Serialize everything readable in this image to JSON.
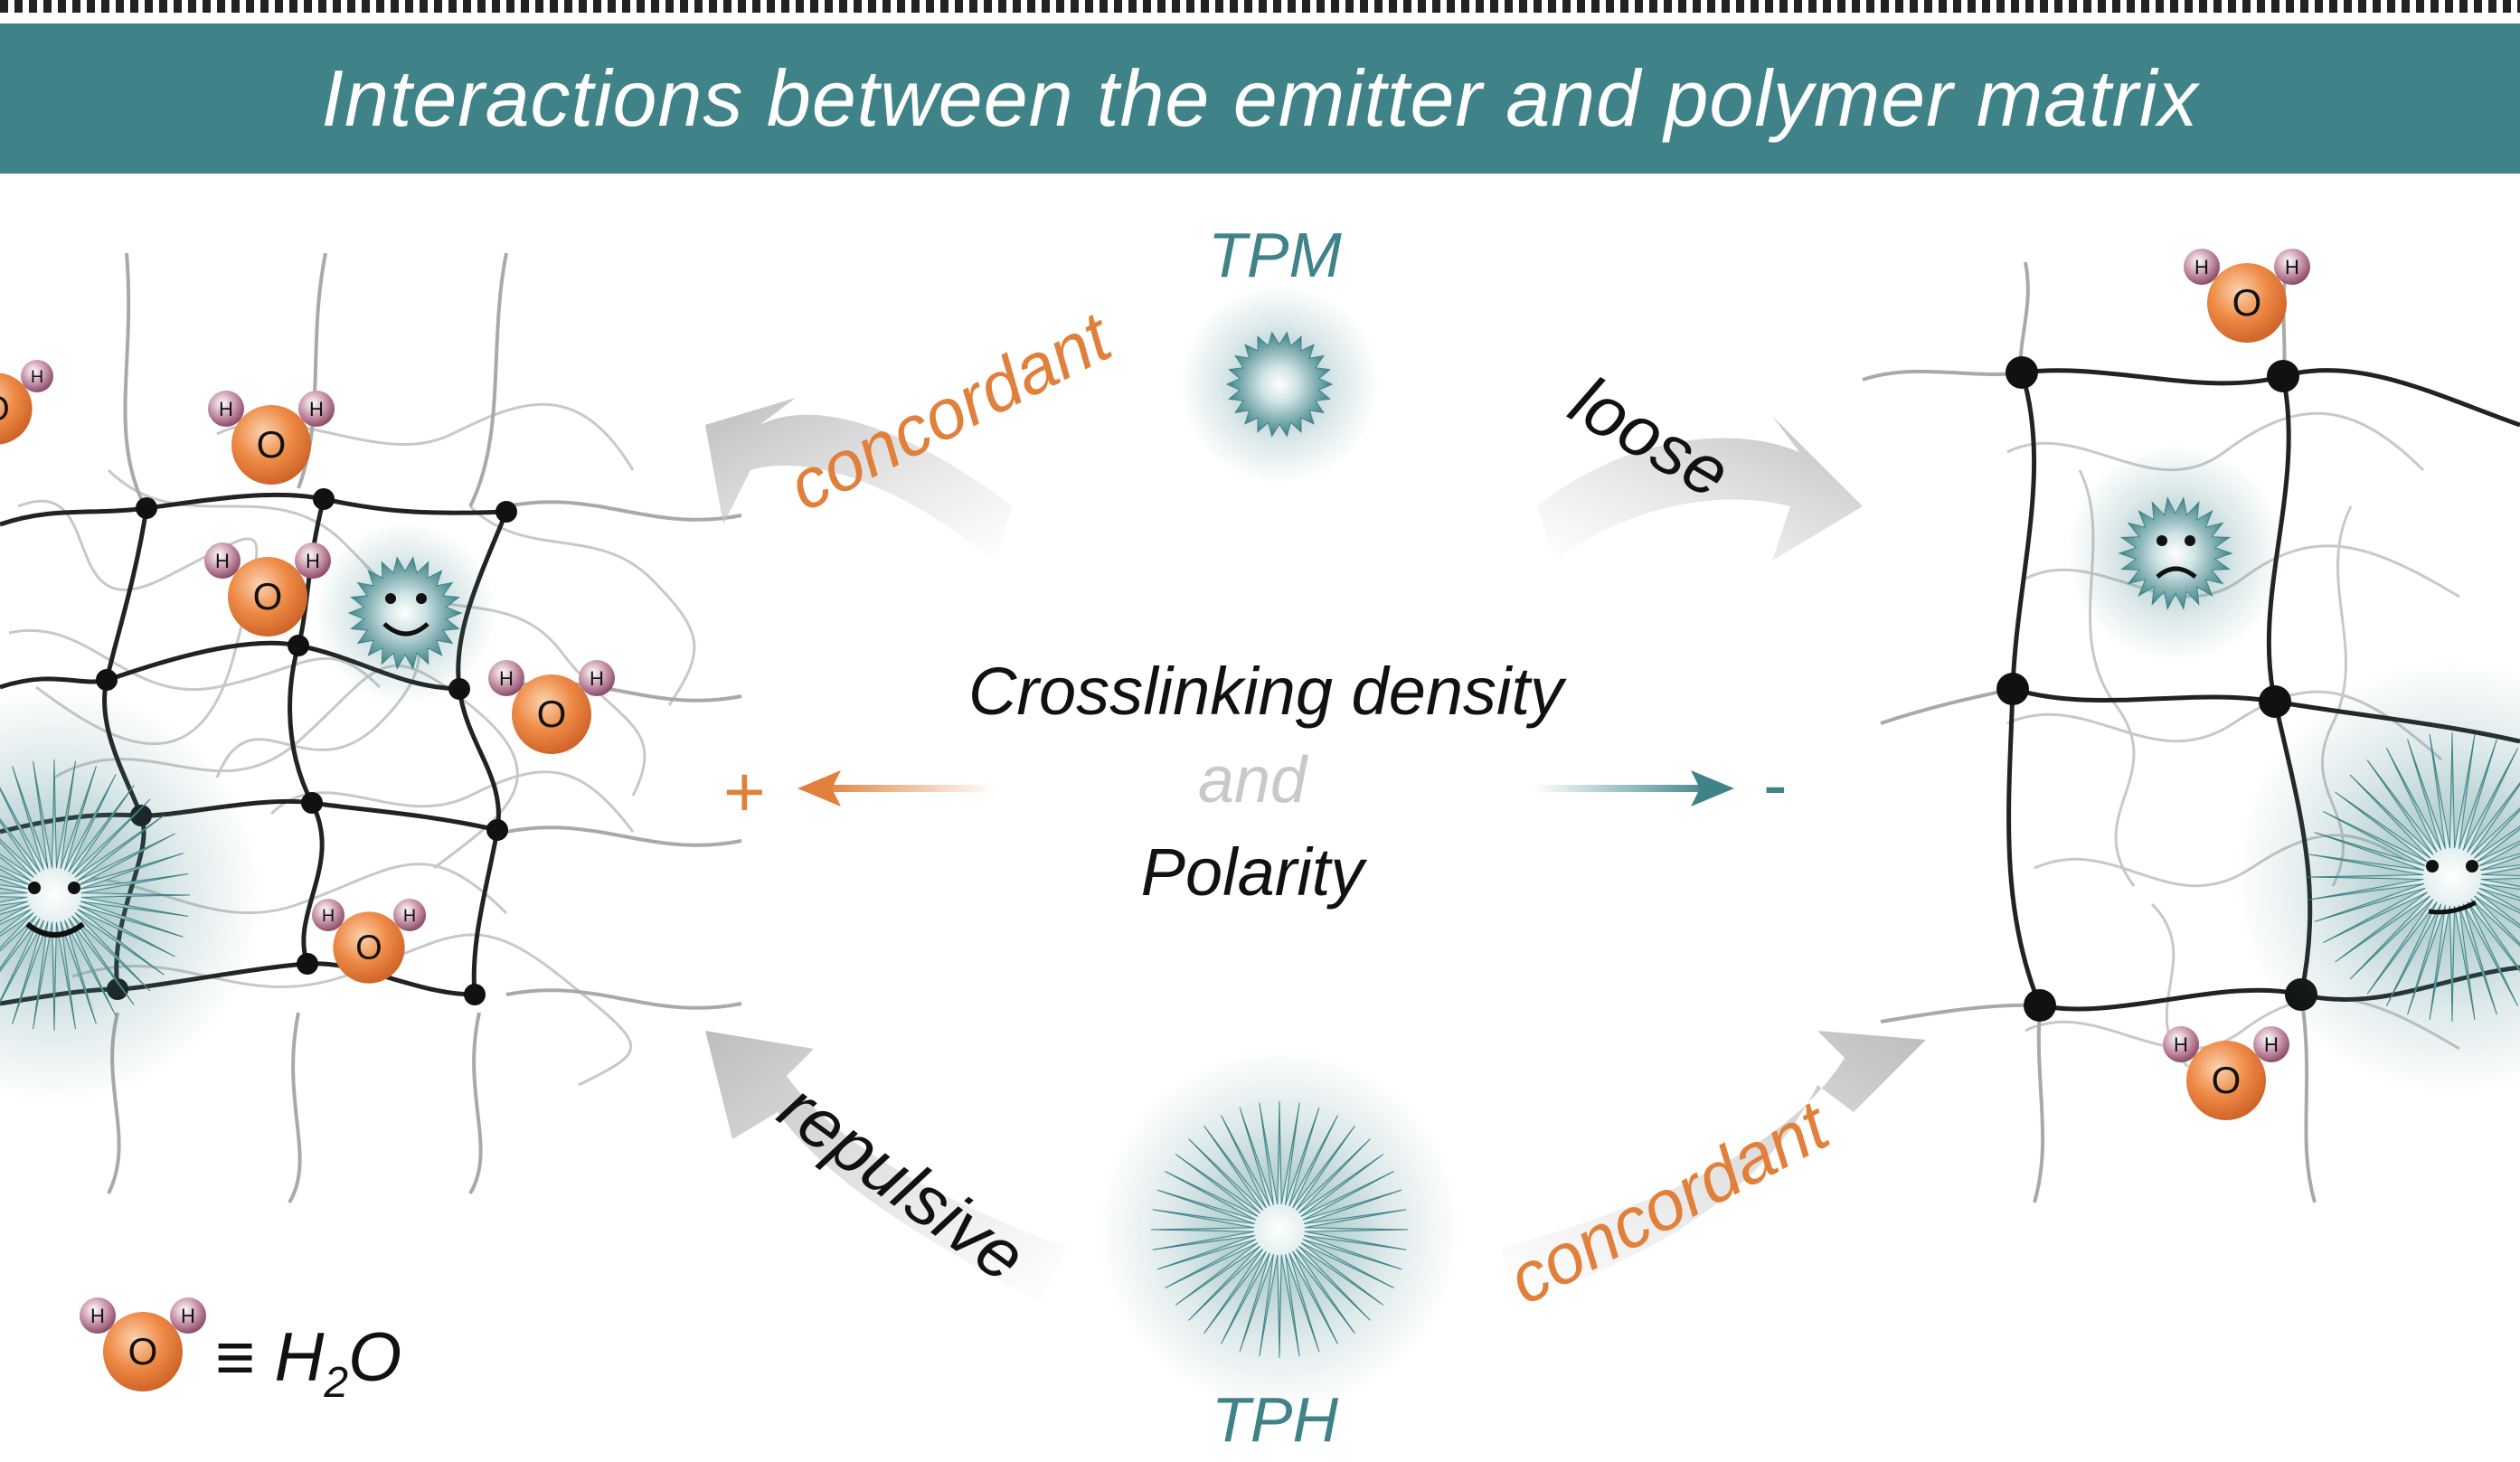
{
  "banner": {
    "title": "Interactions between the emitter and polymer matrix"
  },
  "emitters": {
    "top": "TPM",
    "bottom": "TPH"
  },
  "center": {
    "line1": "Crosslinking density",
    "line2": "and",
    "line3": "Polarity"
  },
  "signs": {
    "plus": "+",
    "minus": "-"
  },
  "arrows": {
    "top_left": "concordant",
    "top_right": "loose",
    "bottom_left": "repulsive",
    "bottom_right": "concordant"
  },
  "molecule": {
    "oxygen": "O",
    "hydrogen": "H"
  },
  "legend": {
    "equiv": "≡ H",
    "subscript": "2",
    "suffix": "O"
  },
  "colors": {
    "teal": "#3f8388",
    "orange": "#e0803a",
    "banner": "#3f8388"
  }
}
